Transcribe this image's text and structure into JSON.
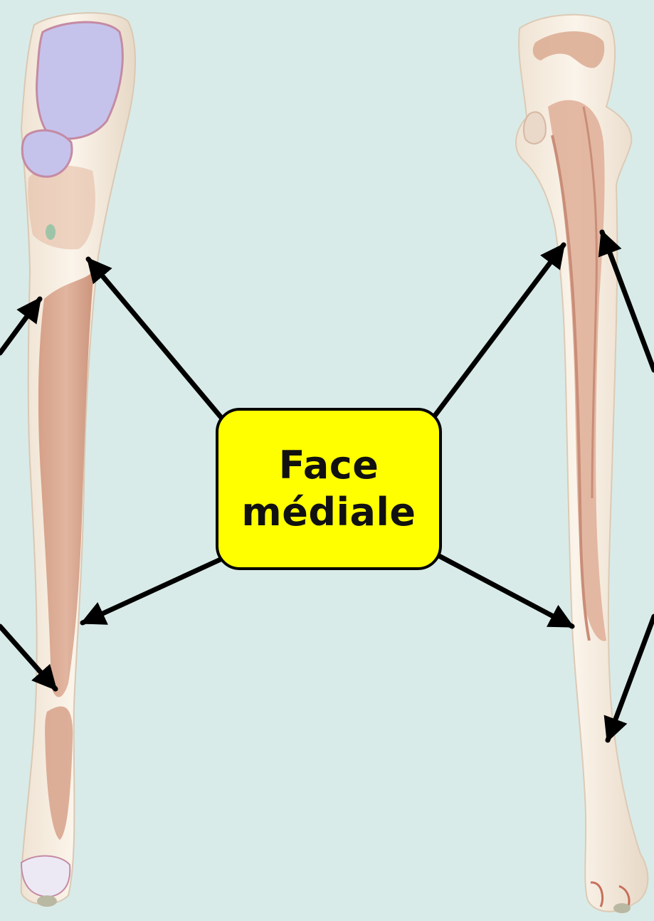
{
  "colors": {
    "background": "#d9ebe8",
    "label_fill": "#ffff00",
    "label_border": "#000000",
    "arrow": "#000000",
    "bone": "#f2e9dc",
    "bone_muscle": "#d8a78f",
    "articular_cartilage": "#c9c6e8"
  },
  "label": {
    "line1": "Face",
    "line2": "médiale"
  },
  "icons": {
    "left_bone": "ulna-bone-illustration",
    "right_bone": "ulna-bone-illustration",
    "arrows": "arrow-icon"
  }
}
